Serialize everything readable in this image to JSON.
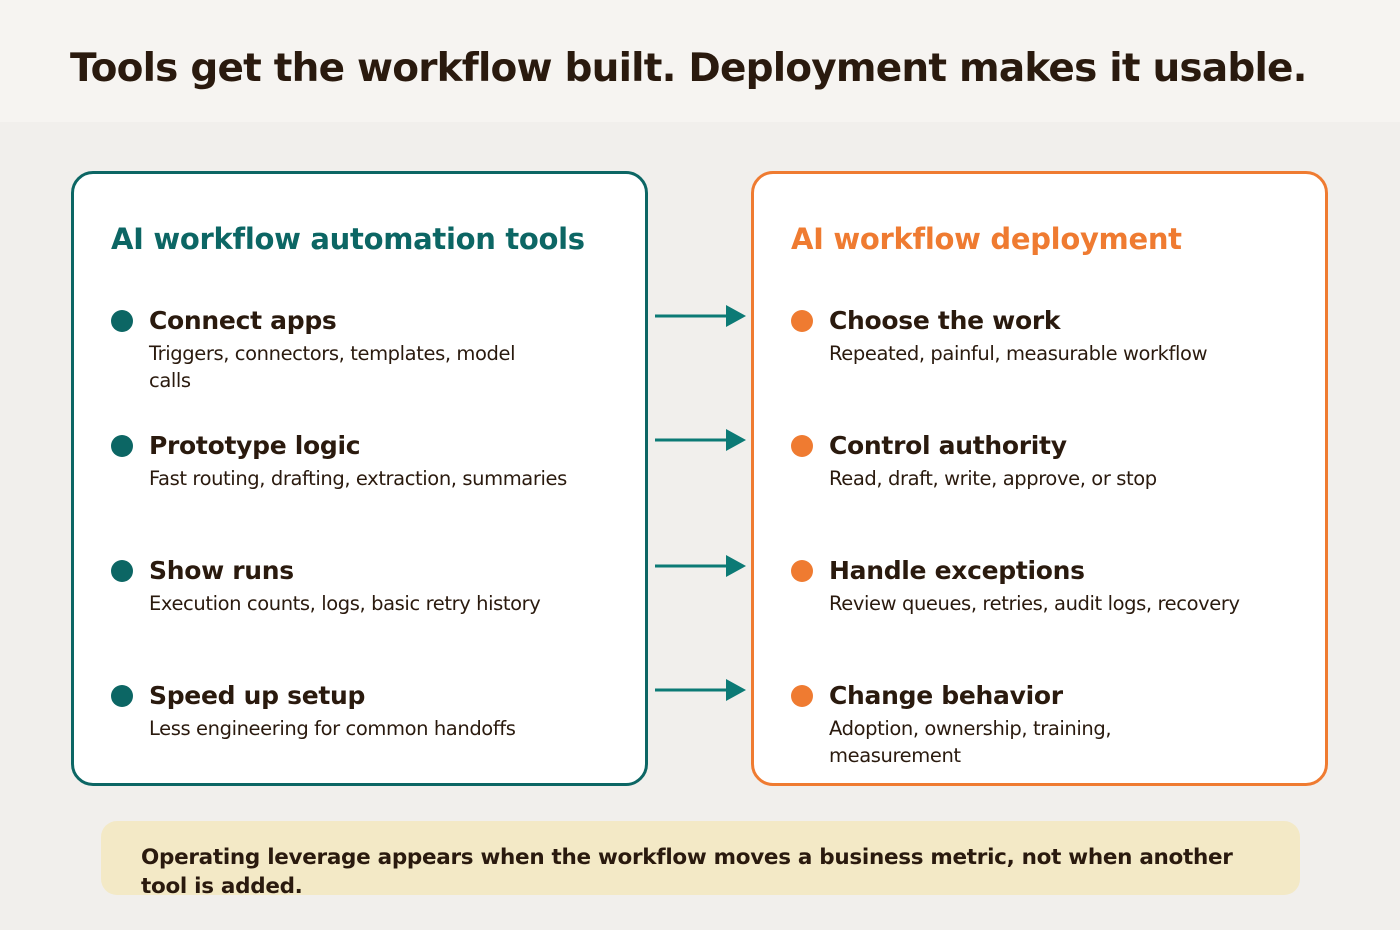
{
  "title": "Tools get the workflow built. Deployment makes it usable.",
  "left_panel": {
    "title": "AI workflow automation tools",
    "accent_color": "#0c6664",
    "items": [
      {
        "heading": "Connect apps",
        "description": "Triggers, connectors, templates, model calls"
      },
      {
        "heading": "Prototype logic",
        "description": "Fast routing, drafting, extraction, summaries"
      },
      {
        "heading": "Show runs",
        "description": "Execution counts, logs, basic retry history"
      },
      {
        "heading": "Speed up setup",
        "description": "Less engineering for common handoffs"
      }
    ]
  },
  "right_panel": {
    "title": "AI workflow deployment",
    "accent_color": "#ef7b31",
    "items": [
      {
        "heading": "Choose the work",
        "description": "Repeated, painful, measurable workflow"
      },
      {
        "heading": "Control authority",
        "description": "Read, draft, write, approve, or stop"
      },
      {
        "heading": "Handle exceptions",
        "description": "Review queues, retries, audit logs, recovery"
      },
      {
        "heading": "Change behavior",
        "description": "Adoption, ownership, training, measurement"
      }
    ]
  },
  "connector": {
    "icon": "right-arrow-icon",
    "count": 4,
    "color": "#0c7a75"
  },
  "callout": {
    "text": "Operating leverage appears when the workflow moves a business metric, not when another tool is added.",
    "background": "#f3e9c6"
  }
}
